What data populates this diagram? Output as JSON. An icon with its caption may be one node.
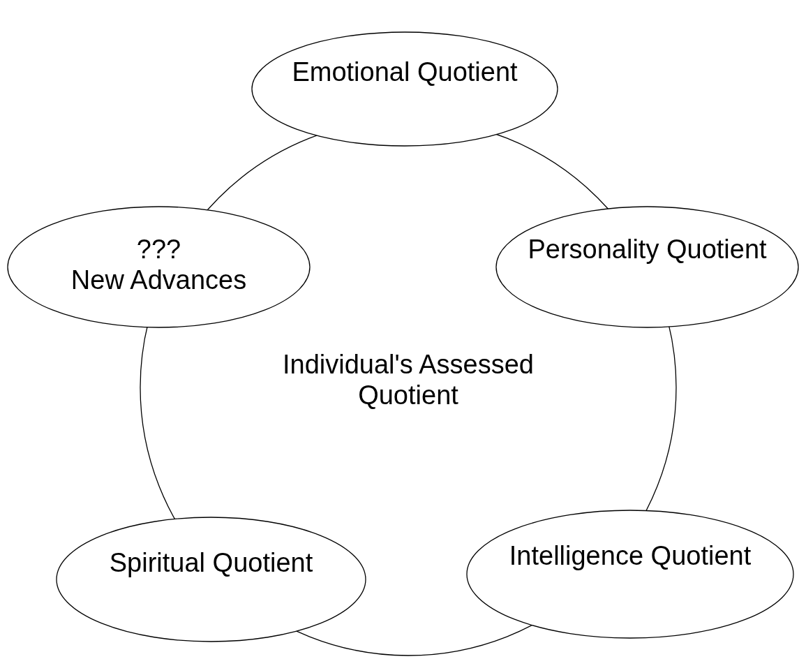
{
  "diagram": {
    "nodes": [
      {
        "text": [
          "Emotional Quotient"
        ]
      },
      {
        "text": [
          "???",
          "New Advances"
        ]
      },
      {
        "text": [
          "Personality Quotient"
        ]
      },
      {
        "text": [
          "Individual's Assessed Quotient"
        ]
      },
      {
        "text": [
          "Spiritual Quotient"
        ]
      },
      {
        "text": [
          "Intelligence Quotient"
        ]
      }
    ]
  }
}
